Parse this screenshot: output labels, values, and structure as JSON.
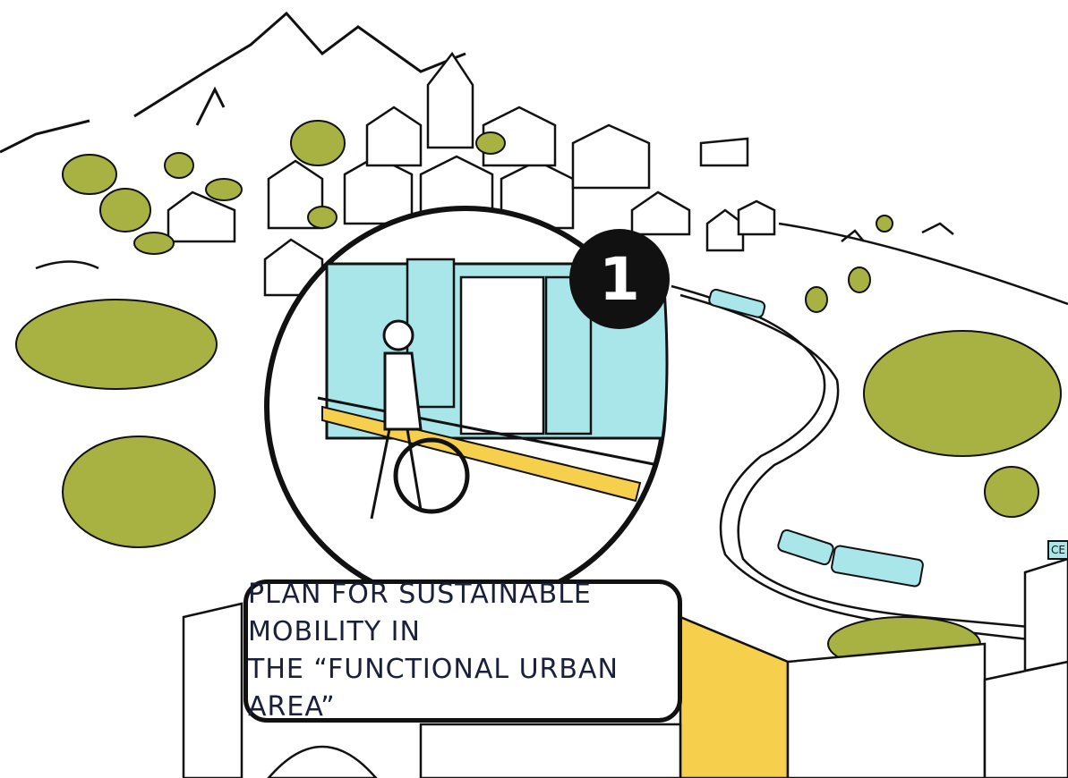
{
  "illustration": {
    "step_number": "1",
    "caption_line1": "PLAN FOR SUSTAINABLE MOBILITY IN",
    "caption_line2": "THE “FUNCTIONAL URBAN AREA”",
    "sign_text": "CE"
  },
  "colors": {
    "tree_green": "#a7b242",
    "train_cyan": "#a8e6ea",
    "platform_yellow": "#f6cf4c",
    "ink": "#111111"
  },
  "icons": [
    "mountain-icon",
    "tree-icon",
    "house-icon",
    "train-icon",
    "bicycle-icon",
    "person-icon"
  ]
}
